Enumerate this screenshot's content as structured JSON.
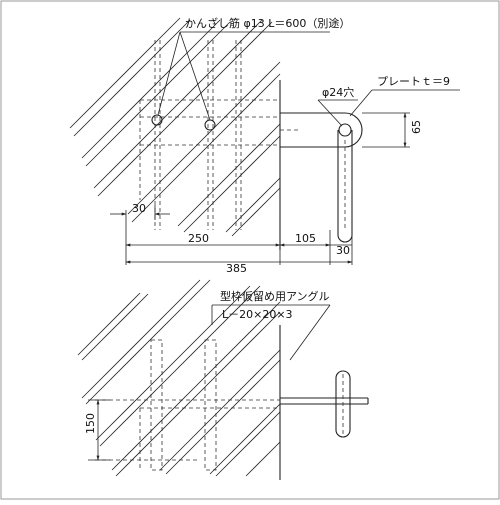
{
  "top_drawing": {
    "rebar_label": "かんざし筋 φ13  L＝600（別途）",
    "hole_label": "φ24穴",
    "plate_label": "プレートｔ＝9",
    "dims": {
      "d30_left": "30",
      "d250": "250",
      "d105": "105",
      "d30_right": "30",
      "d385": "385",
      "d65": "65"
    }
  },
  "bottom_drawing": {
    "angle_label": "型枠仮留め用アングル",
    "angle_spec": "L－20×20×3",
    "dims": {
      "d150": "150"
    }
  }
}
